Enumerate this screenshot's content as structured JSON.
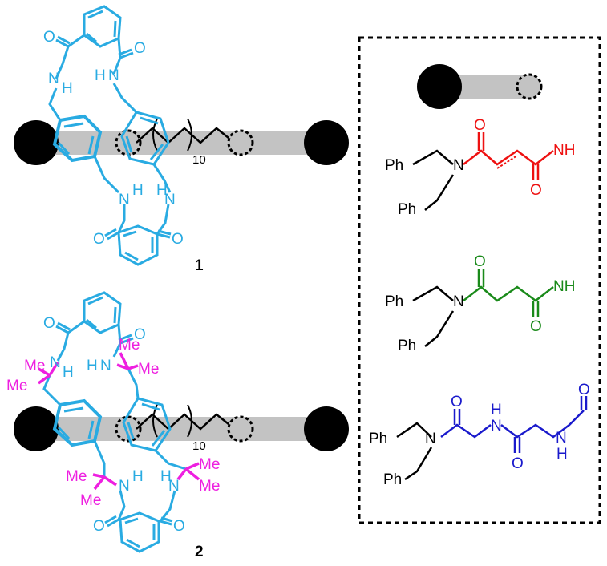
{
  "colors": {
    "cyan": "#29ABE2",
    "magenta": "#EE1FE0",
    "red": "#EE1111",
    "green": "#1A8A1A",
    "blue": "#1A1ACC",
    "black": "#000000",
    "gray": "#C3C3C3"
  },
  "rotaxane1": {
    "number": "1",
    "repeat_subscript": "10",
    "amide_labels": {
      "o": "O",
      "nh_n": "N",
      "nh_h": "H"
    }
  },
  "rotaxane2": {
    "number": "2",
    "repeat_subscript": "10",
    "methyl": "Me"
  },
  "legend": {
    "fumaramide": {
      "ph": "Ph",
      "n": "N",
      "o": "O",
      "nh": "NH"
    },
    "succinamide": {
      "ph": "Ph",
      "n": "N",
      "o": "O",
      "nh": "NH"
    },
    "glycylglycine": {
      "ph": "Ph",
      "n": "N",
      "o": "O",
      "nh": "N",
      "h": "H"
    }
  }
}
